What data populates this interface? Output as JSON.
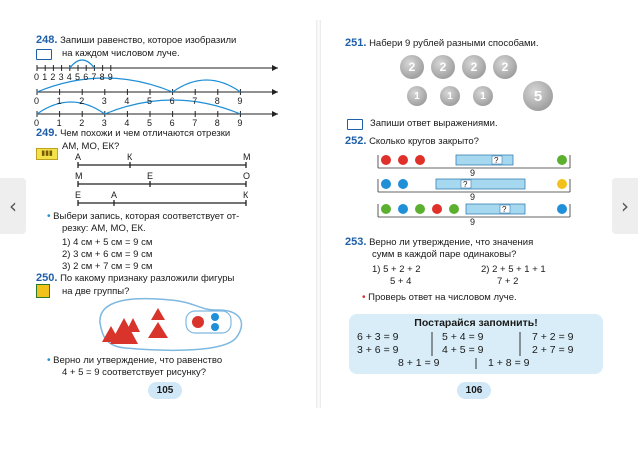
{
  "nav": {
    "prev_icon": "chevron-left-icon",
    "next_icon": "chevron-right-icon",
    "prev": "‹",
    "next": "›"
  },
  "left": {
    "page_number": "105",
    "ex248": {
      "num": "248.",
      "line1": "Запиши равенство, которое изобразили",
      "line2": "на каждом числовом луче.",
      "ray1_labels": [
        "0",
        "1",
        "2",
        "3",
        "4",
        "5",
        "6",
        "7",
        "8",
        "9"
      ],
      "ray2_labels": [
        "0",
        "1",
        "2",
        "3",
        "4",
        "5",
        "6",
        "7",
        "8",
        "9"
      ],
      "ray3_labels": [
        "0",
        "1",
        "2",
        "3",
        "4",
        "5",
        "6",
        "7",
        "8",
        "9"
      ]
    },
    "ex249": {
      "num": "249.",
      "line1": "Чем похожи и чем отличаются отрезки",
      "line2": "АМ, МО, ЕК?",
      "seg1": {
        "a": "А",
        "b": "К",
        "c": "М"
      },
      "seg2": {
        "a": "М",
        "b": "Е",
        "c": "О"
      },
      "seg3": {
        "a": "Е",
        "b": "А",
        "c": "К"
      },
      "q_line1": "Выбери запись, которая соответствует от-",
      "q_line2": "резку: АМ, МО, ЕК.",
      "options": [
        "1) 4 см + 5 см = 9 см",
        "2) 3 см + 6 см = 9 см",
        "3) 2 см + 7 см = 9 см"
      ]
    },
    "ex250": {
      "num": "250.",
      "line1": "По какому признаку разложили фигуры",
      "line2": "на две группы?",
      "q_line1": "Верно ли утверждение, что равенство",
      "q_line2": "4 + 5 = 9 соответствует рисунку?"
    }
  },
  "right": {
    "page_number": "106",
    "ex251": {
      "num": "251.",
      "text": "Набери 9 рублей разными способами.",
      "coins2": [
        "2",
        "2",
        "2",
        "2"
      ],
      "coins1": [
        "1",
        "1",
        "1"
      ],
      "coin5": "5",
      "instr": "Запиши ответ выражениями."
    },
    "ex252": {
      "num": "252.",
      "text": "Сколько кругов закрыто?",
      "bar_totals": [
        "9",
        "9",
        "9"
      ],
      "unknown": "?"
    },
    "ex253": {
      "num": "253.",
      "line1": "Верно ли утверждение, что значения",
      "line2": "сумм в каждой паре одинаковы?",
      "pair1_a": "1)  5 + 2 + 2",
      "pair1_b": "5 + 4",
      "pair2_a": "2)  2 + 5 + 1 + 1",
      "pair2_b": "7 + 2",
      "check": "Проверь ответ на числовом луче."
    },
    "remember": {
      "title": "Постарайся запомнить!",
      "row1": [
        "6 + 3 = 9",
        "5 + 4 = 9",
        "7 + 2 = 9"
      ],
      "row2": [
        "3 + 6 = 9",
        "4 + 5 = 9",
        "2 + 7 = 9"
      ],
      "row3": [
        "8 + 1 = 9",
        "1 + 8 = 9"
      ]
    }
  },
  "colors": {
    "accent": "#1f5fa8",
    "red": "#e0302a",
    "green": "#5cb030",
    "blue": "#1f8fd8",
    "yellow": "#f2c21a",
    "bar": "#a6d8f0",
    "coin": "#9a9a9a"
  }
}
